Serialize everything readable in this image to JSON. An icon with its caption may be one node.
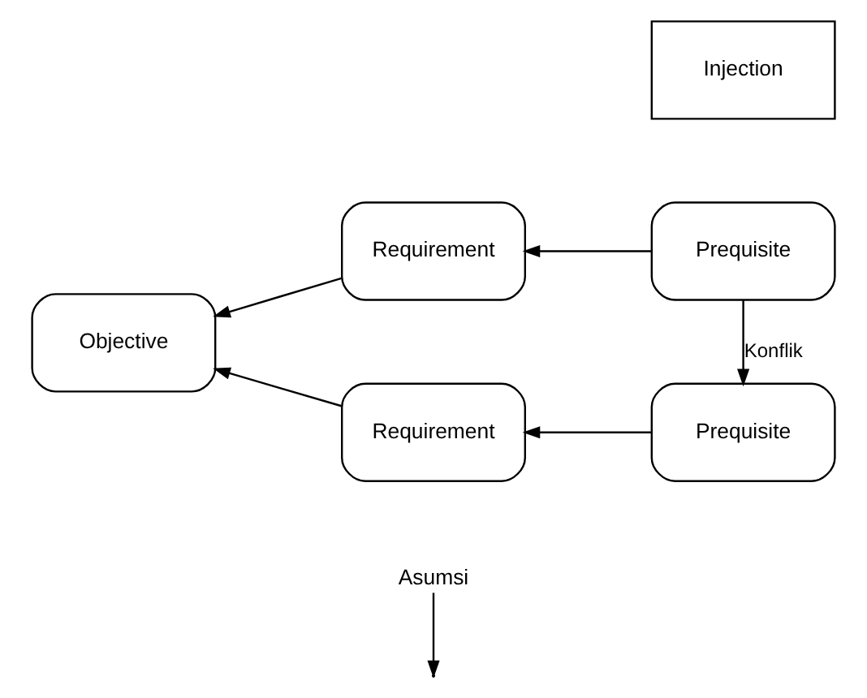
{
  "diagram": {
    "nodes": [
      {
        "text": [
          "Objective"
        ]
      },
      {
        "text": [
          "Requirement"
        ]
      },
      {
        "text": [
          "Prequisite"
        ]
      },
      {
        "text": [
          "Injection"
        ]
      },
      {
        "text": [
          "Requirement"
        ]
      },
      {
        "text": [
          "Prequisite"
        ]
      },
      {
        "text": [
          "Asumsi"
        ]
      }
    ],
    "edges": [
      {
        "from": 2,
        "to": 1,
        "arrow": "to"
      },
      {
        "from": 1,
        "to": 0,
        "arrow": "to"
      },
      {
        "from": 4,
        "to": 0,
        "arrow": "to"
      },
      {
        "from": 5,
        "to": 4,
        "arrow": "to"
      },
      {
        "from": 2,
        "to": 5,
        "arrow": "to",
        "label": "Konflik"
      },
      {
        "from": 6,
        "to": null,
        "arrow": "to"
      }
    ]
  }
}
